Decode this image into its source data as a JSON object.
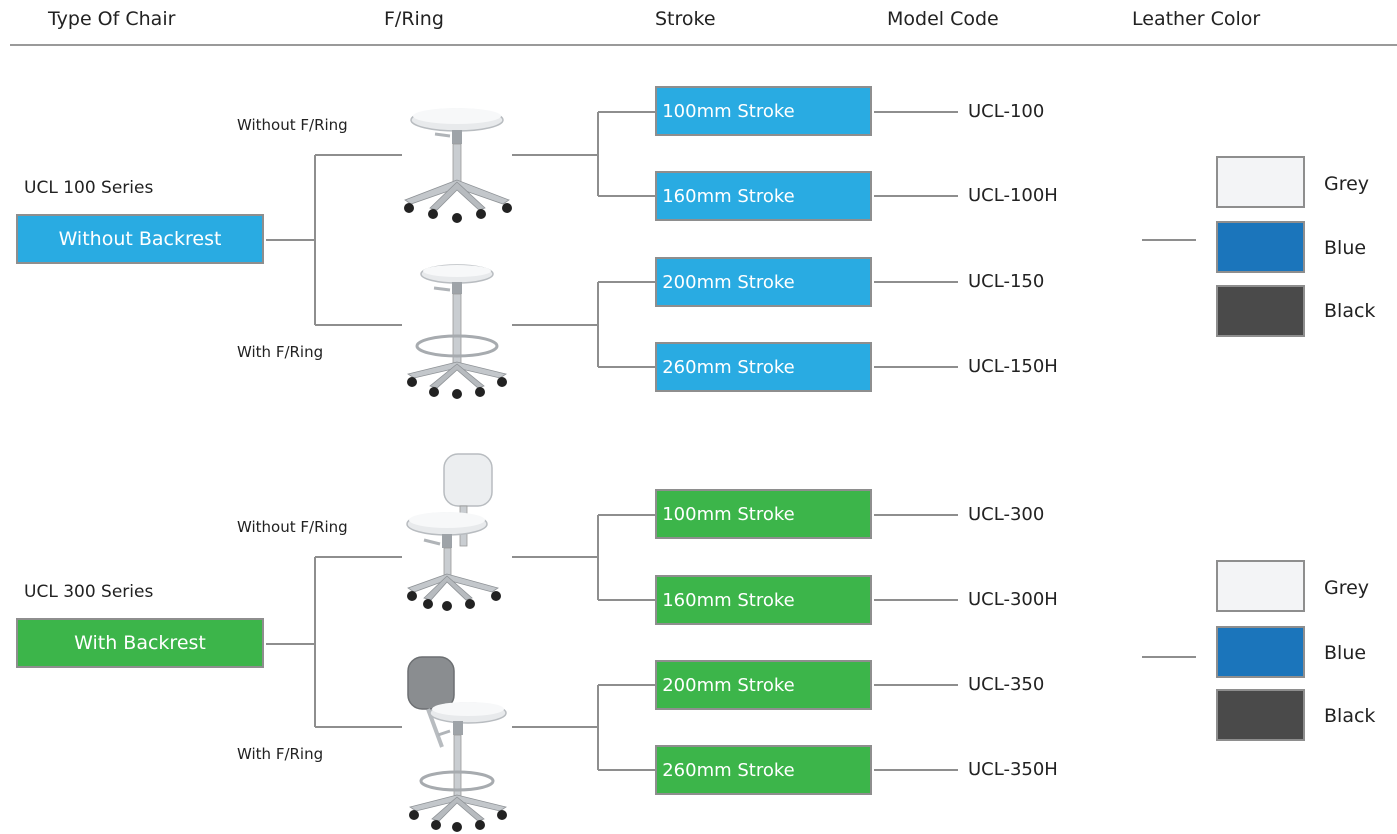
{
  "headers": {
    "type": "Type Of Chair",
    "ring": "F/Ring",
    "stroke": "Stroke",
    "model": "Model Code",
    "color": "Leather Color"
  },
  "colors": {
    "ucl100_accent": "#29abe2",
    "ucl300_accent": "#3cb54a",
    "line": "#8e8e8e",
    "grey_swatch": "#f3f4f6",
    "blue_swatch": "#1b75bb",
    "black_swatch": "#4a4a4a"
  },
  "groups": [
    {
      "series_label": "UCL 100 Series",
      "type_box": "Without Backrest",
      "variants": [
        {
          "ring_label": "Without F/Ring",
          "image": "stool-without-ring",
          "strokes": [
            {
              "label": "100mm Stroke",
              "model": "UCL-100"
            },
            {
              "label": "160mm Stroke",
              "model": "UCL-100H"
            }
          ]
        },
        {
          "ring_label": "With F/Ring",
          "image": "stool-with-ring",
          "strokes": [
            {
              "label": "200mm Stroke",
              "model": "UCL-150"
            },
            {
              "label": "260mm Stroke",
              "model": "UCL-150H"
            }
          ]
        }
      ],
      "leather": [
        "Grey",
        "Blue",
        "Black"
      ]
    },
    {
      "series_label": "UCL 300 Series",
      "type_box": "With Backrest",
      "variants": [
        {
          "ring_label": "Without F/Ring",
          "image": "chair-without-ring",
          "strokes": [
            {
              "label": "100mm Stroke",
              "model": "UCL-300"
            },
            {
              "label": "160mm Stroke",
              "model": "UCL-300H"
            }
          ]
        },
        {
          "ring_label": "With F/Ring",
          "image": "chair-with-ring",
          "strokes": [
            {
              "label": "200mm Stroke",
              "model": "UCL-350"
            },
            {
              "label": "260mm Stroke",
              "model": "UCL-350H"
            }
          ]
        }
      ],
      "leather": [
        "Grey",
        "Blue",
        "Black"
      ]
    }
  ]
}
